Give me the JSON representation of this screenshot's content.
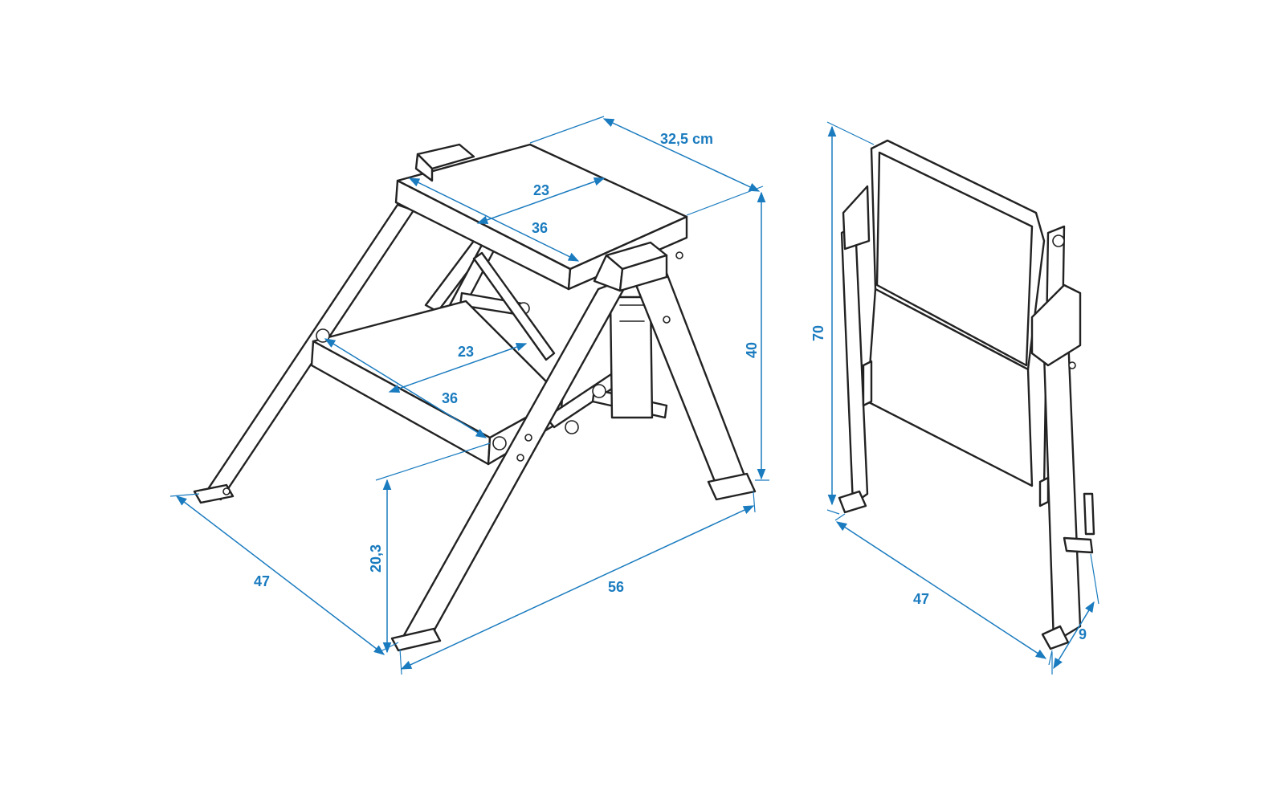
{
  "colors": {
    "dimension": "#1a7bbf",
    "outline": "#222222",
    "background": "#ffffff"
  },
  "dimensions": {
    "top_depth": "32,5 cm",
    "top_step_width": "23",
    "top_step_length": "36",
    "lower_step_width": "23",
    "lower_step_length": "36",
    "open_height": "40",
    "lower_step_height": "20,3",
    "open_depth": "47",
    "open_width": "56",
    "folded_height": "70",
    "folded_width": "47",
    "folded_thickness": "9"
  }
}
